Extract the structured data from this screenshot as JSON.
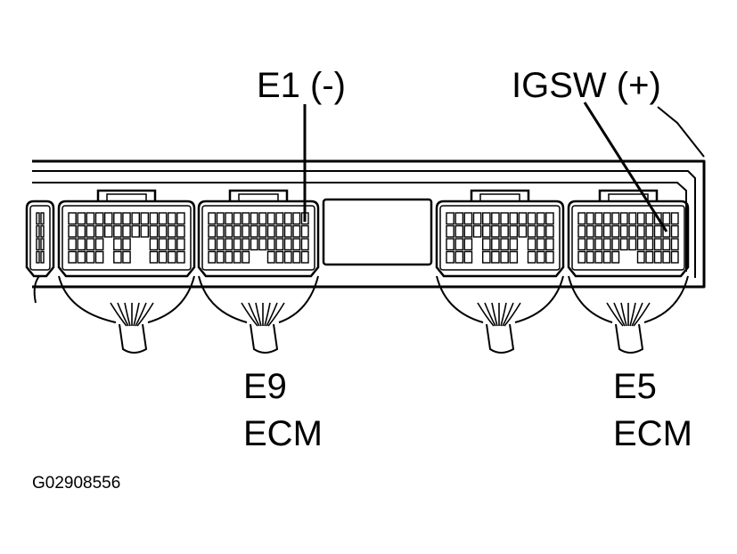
{
  "labels": {
    "e1": "E1  (-)",
    "igsw": "IGSW (+)",
    "e9_code": "E9",
    "e9_name": "ECM",
    "e5_code": "E5",
    "e5_name": "ECM",
    "figure_id": "G02908556"
  },
  "colors": {
    "ink": "#000000",
    "paper": "#ffffff"
  }
}
